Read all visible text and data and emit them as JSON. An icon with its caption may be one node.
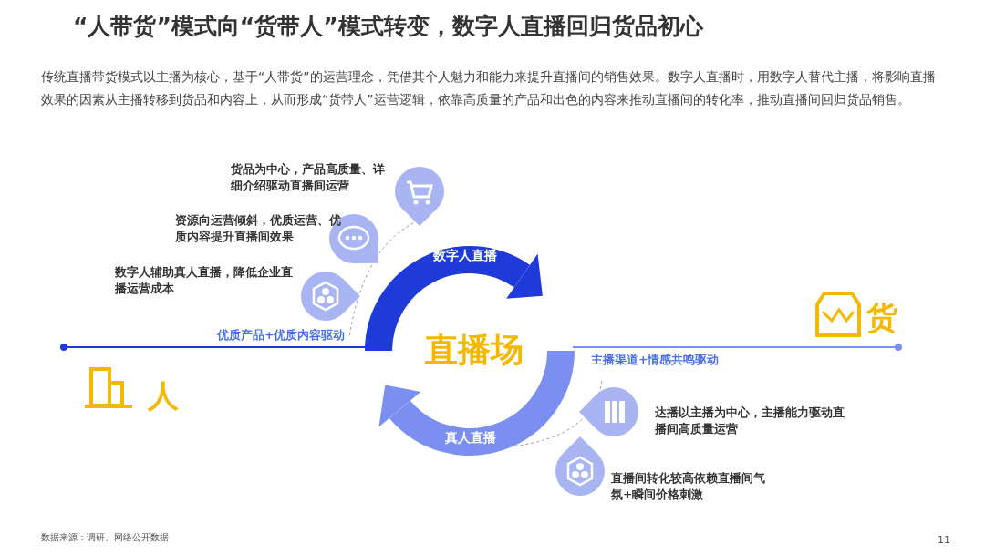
{
  "diagram": {
    "title": "“人带货”模式向“货带人”模式转变，数字人直播回归货品初心",
    "labels": [
      "传统直播带货模式以主播为核心，基于“人带货”的运营理念，凭借其个人魅力和能力来提升直播间的销售效果。数字人直播时，用数字人替代主播，将影响直播效果的因素从主播转移到货品和内容上，从而形成“货带人”运营逻辑，依靠高质量的产品和出色的内容来推动直播间的转化率，推动直播间回归货品销售。",
      "货品为中心，产品高质量、详细介绍驱动直播间运营",
      "资源向运营倾斜，优质运营、优质内容提升直播间效果",
      "数字人直播",
      "数字人辅助真人直播，降低企业直播运营成本",
      "货",
      "优质产品+优质内容驱动",
      "直播场",
      "主播渠道+情感共鸣驱动",
      "人",
      "达播以主播为中心，主播能力驱动直播间高质量运营",
      "真人直播",
      "直播间转化较高依赖直播间气氛+瞬间价格刺激",
      "数据来源：调研、网络公开数据",
      "11"
    ]
  }
}
